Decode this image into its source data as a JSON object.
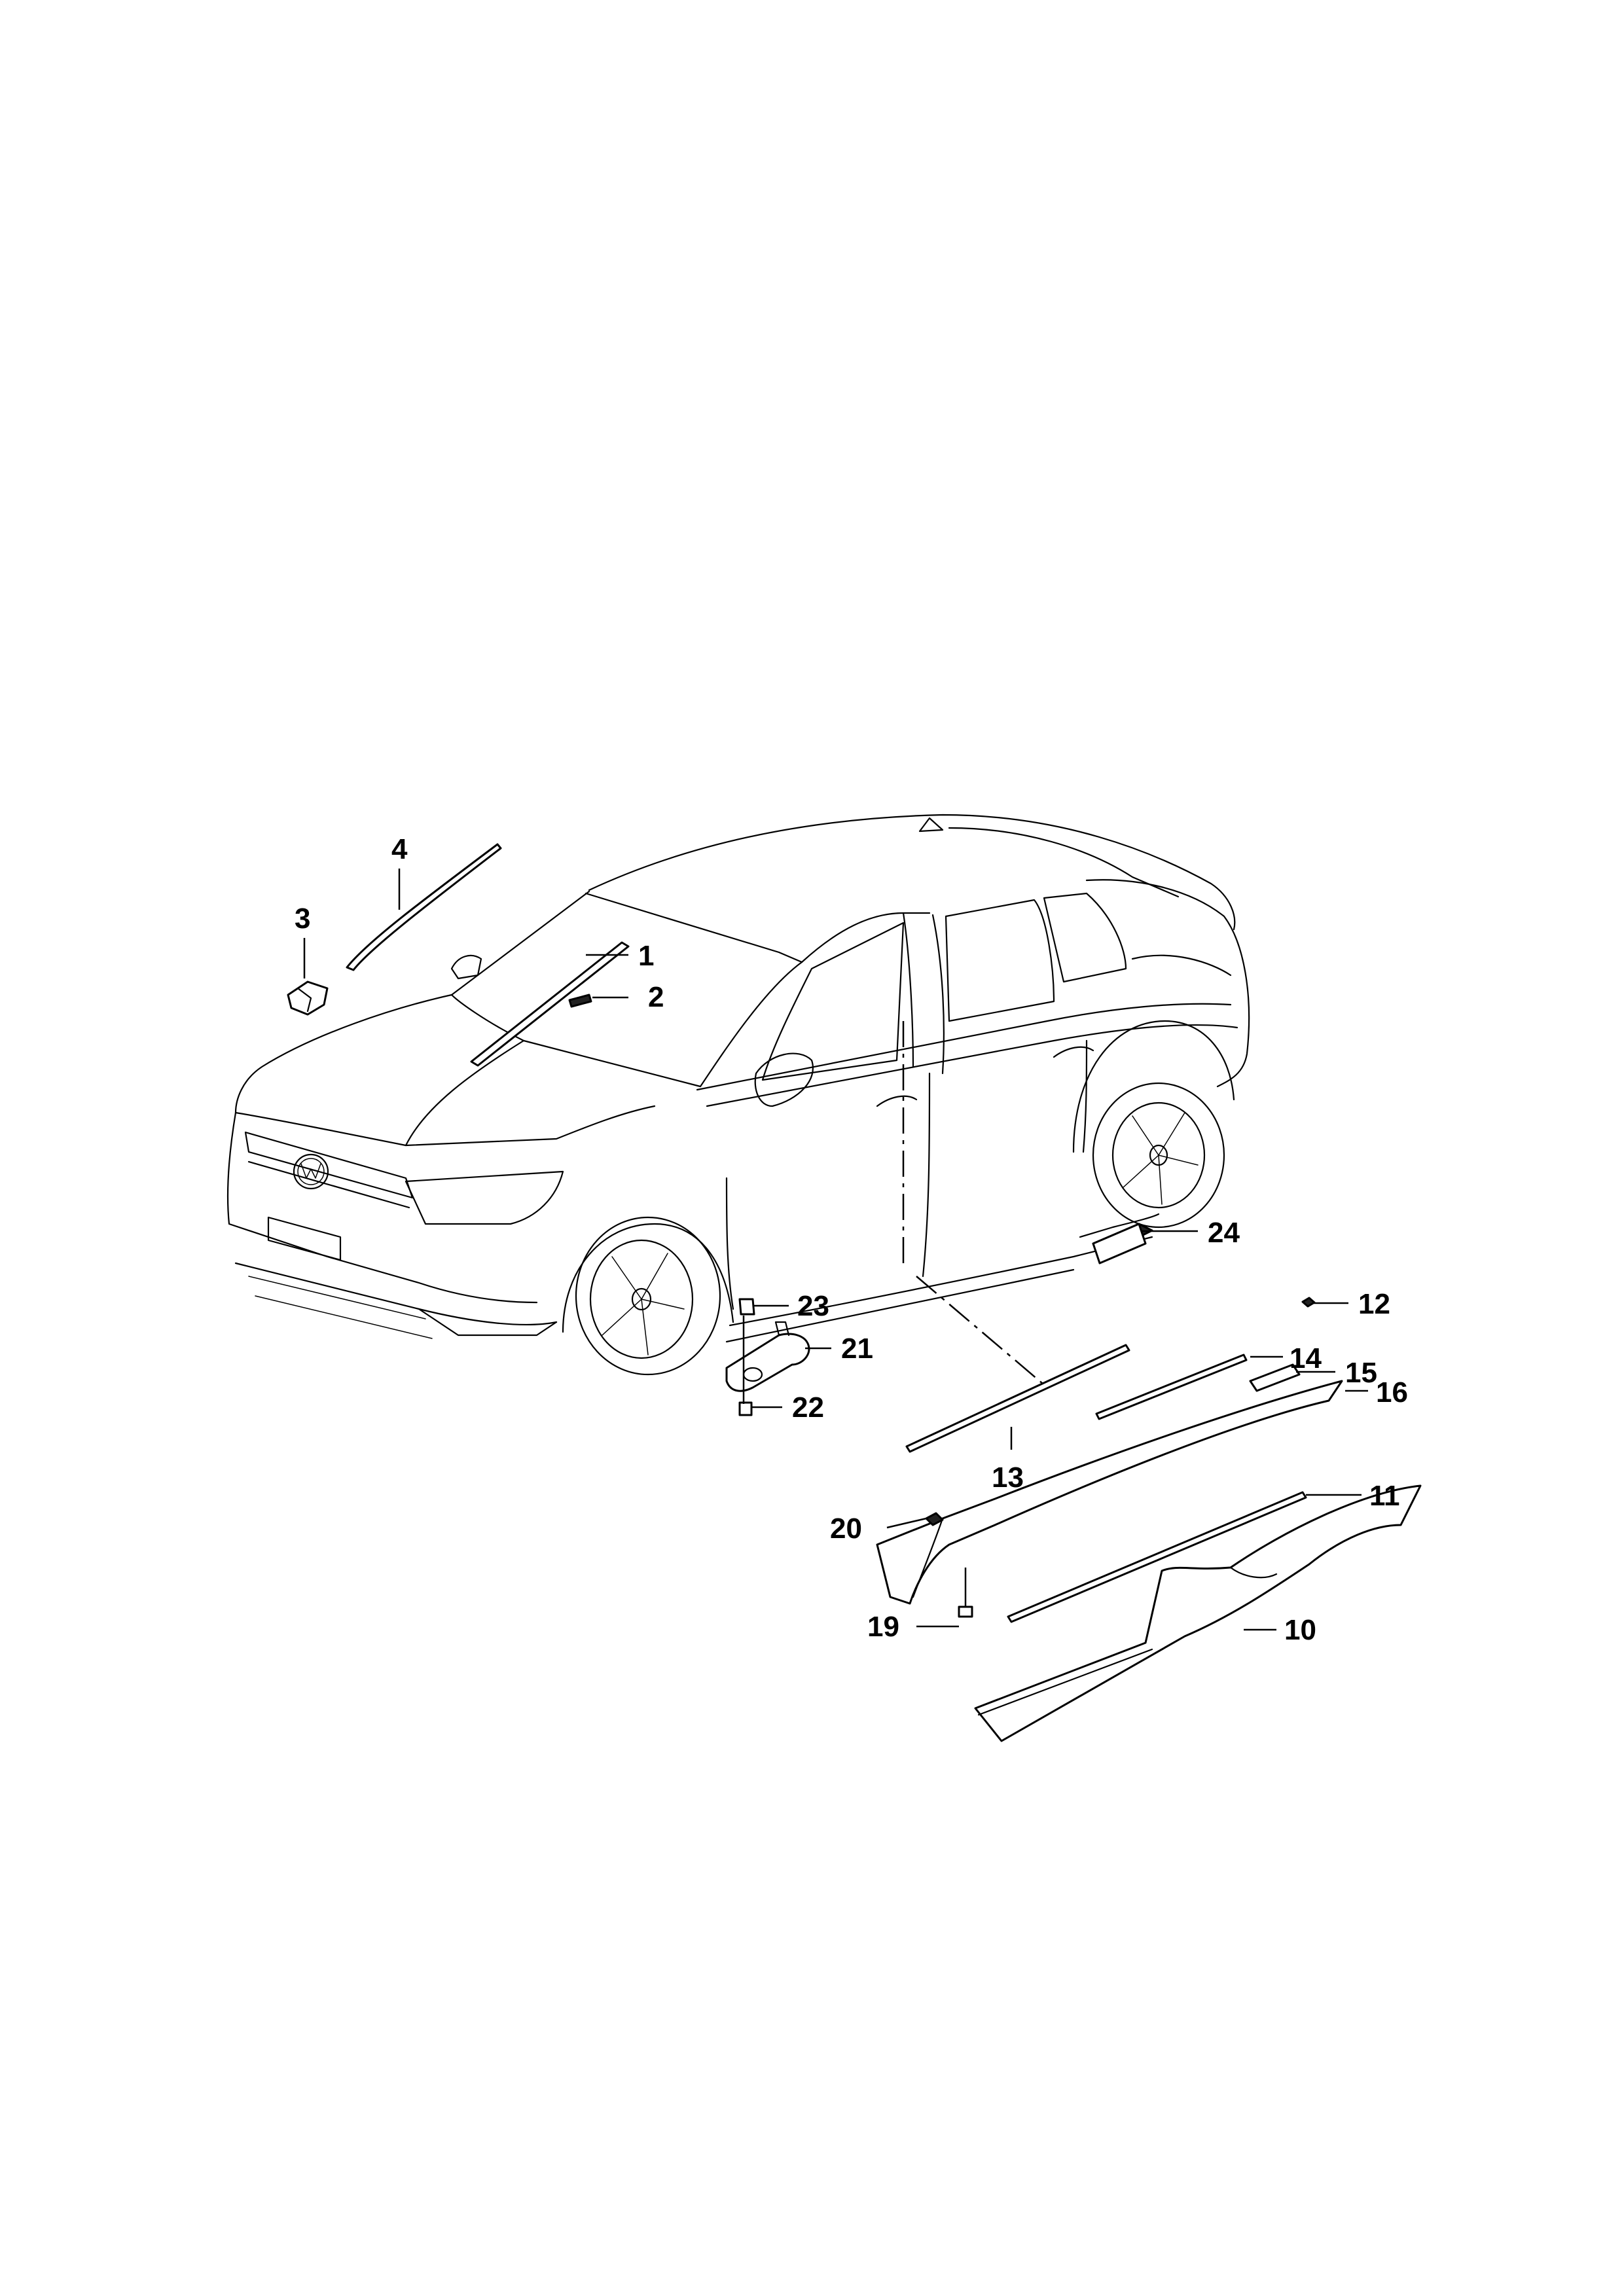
{
  "callouts": {
    "c1": "1",
    "c2": "2",
    "c3": "3",
    "c4": "4",
    "c10": "10",
    "c11": "11",
    "c12": "12",
    "c13": "13",
    "c14": "14",
    "c15": "15",
    "c16": "16",
    "c19": "19",
    "c20": "20",
    "c21": "21",
    "c22": "22",
    "c23": "23",
    "c24": "24"
  },
  "colors": {
    "line": "#000000",
    "background": "#ffffff"
  }
}
